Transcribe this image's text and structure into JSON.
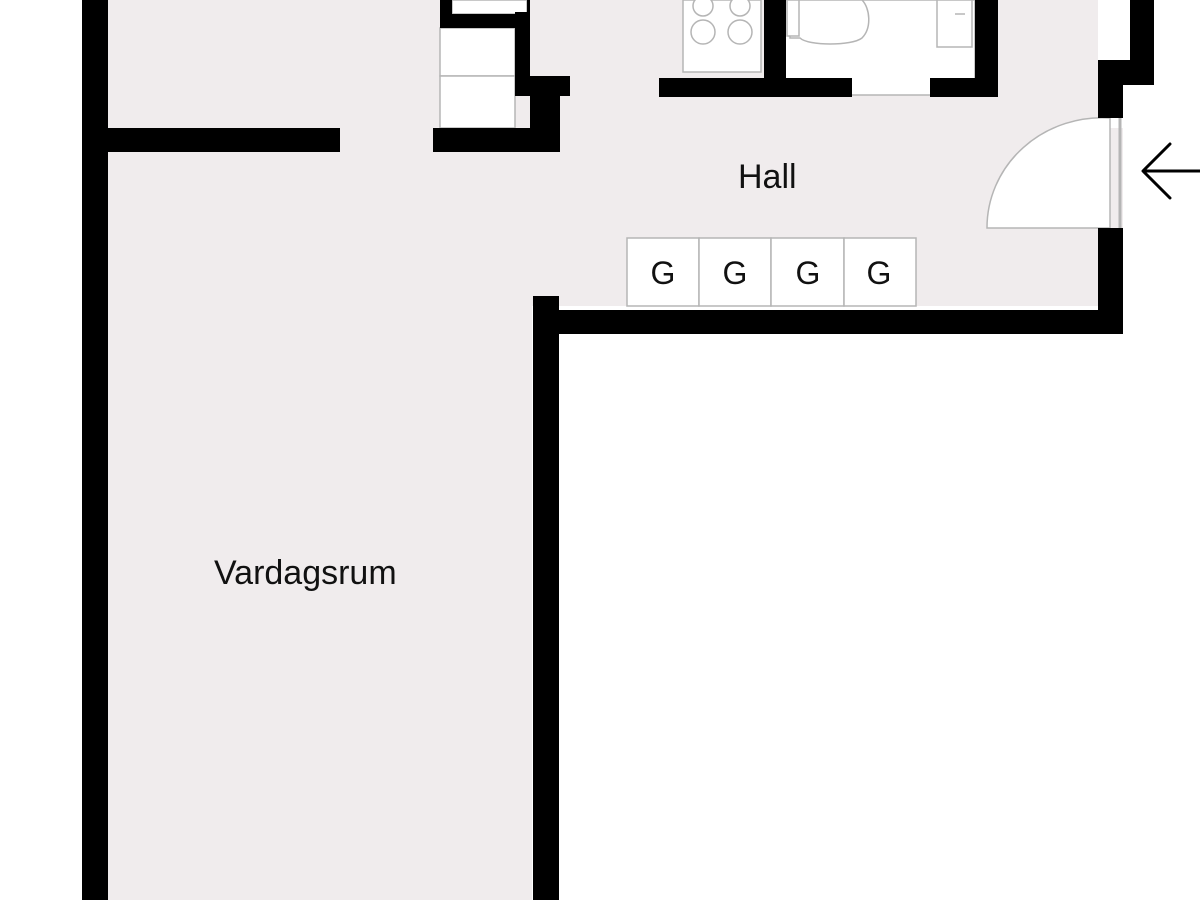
{
  "floorplan": {
    "colors": {
      "floor": "#f0eced",
      "wall": "#000000",
      "fixture_stroke": "#b5b5b5",
      "background": "#ffffff"
    },
    "rooms": [
      {
        "id": "hall",
        "label": "Hall"
      },
      {
        "id": "vardagsrum",
        "label": "Vardagsrum"
      }
    ],
    "wardrobes": [
      {
        "label": "G"
      },
      {
        "label": "G"
      },
      {
        "label": "G"
      },
      {
        "label": "G"
      }
    ],
    "fixtures": [
      "stove",
      "toilet",
      "sink",
      "stairs",
      "entrance-door"
    ],
    "icons": [
      "entrance-arrow-icon"
    ]
  }
}
